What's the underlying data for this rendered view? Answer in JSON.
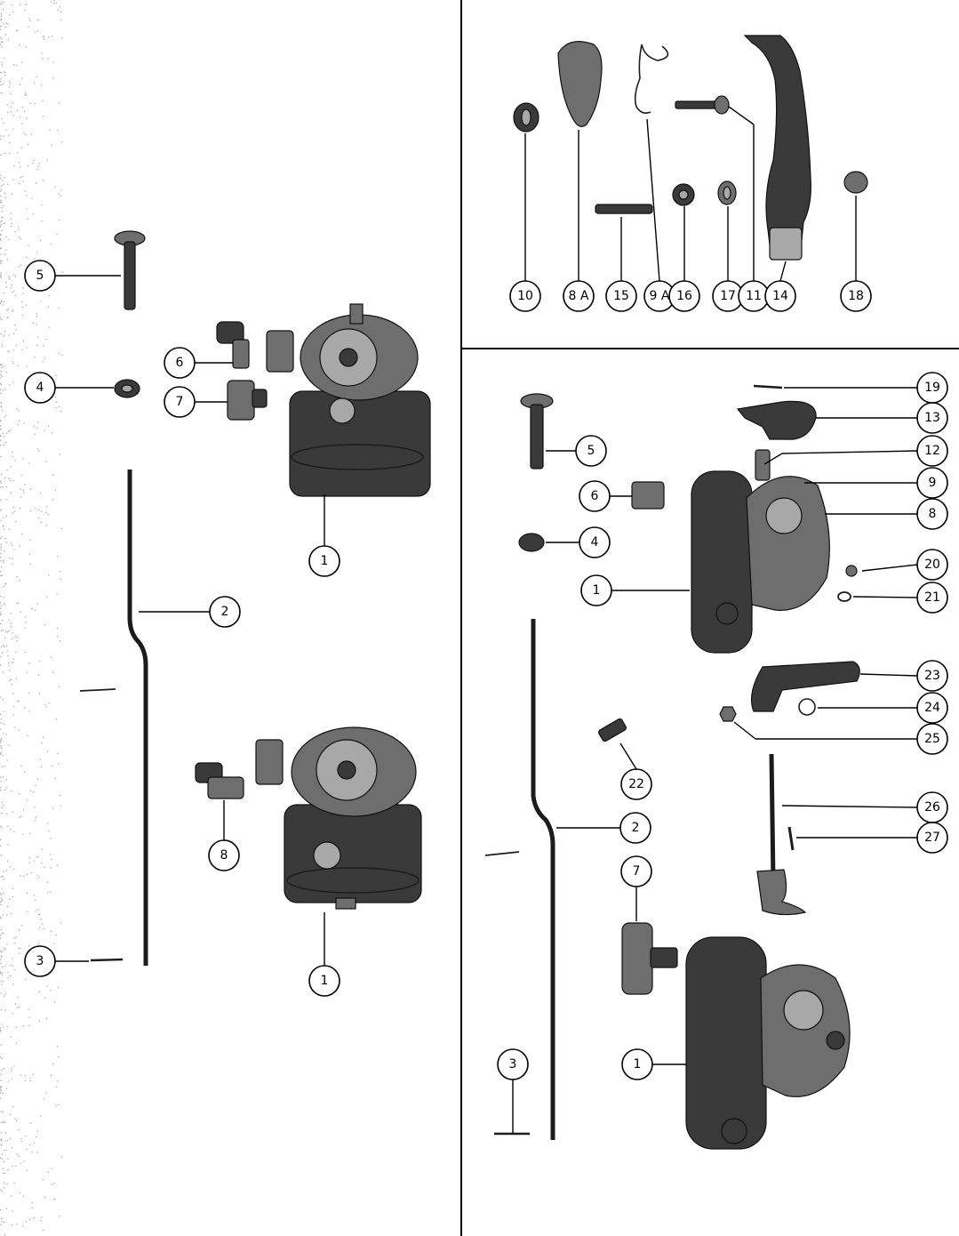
{
  "callouts": {
    "left": [
      "5",
      "6",
      "4",
      "7",
      "1",
      "2",
      "8",
      "1",
      "3"
    ],
    "top_right": [
      "10",
      "8 A",
      "15",
      "9 A",
      "16",
      "17",
      "11",
      "14",
      "18"
    ],
    "bottom_right": [
      "19",
      "13",
      "5",
      "12",
      "6",
      "9",
      "8",
      "4",
      "20",
      "1",
      "21",
      "23",
      "24",
      "25",
      "22",
      "26",
      "2",
      "27",
      "7",
      "1",
      "3"
    ]
  },
  "colors": {
    "line": "#000000",
    "part_dark": "#3a3a3a",
    "part_mid": "#6e6e6e",
    "part_light": "#a8a8a8",
    "paper": "#ffffff"
  }
}
